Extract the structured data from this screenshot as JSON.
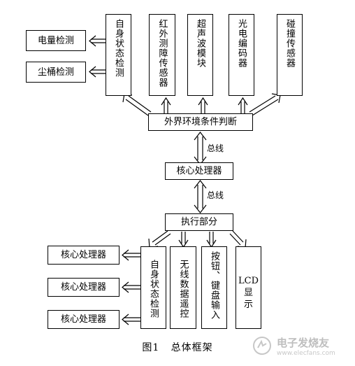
{
  "diagram": {
    "top_left_boxes": [
      "电量检测",
      "尘桶检测"
    ],
    "sensors": [
      "自身状态检测",
      "红外测障传感器",
      "超声波模块",
      "光电编码器",
      "碰撞传感器"
    ],
    "judge": "外界环境条件判断",
    "bus_label_1": "总线",
    "core": "核心处理器",
    "bus_label_2": "总线",
    "exec": "执行部分",
    "bottom_left_boxes": [
      "核心处理器",
      "核心处理器",
      "核心处理器"
    ],
    "actuators": [
      "自身状态检测",
      "无线数据遥控",
      "按钮、键盘输入"
    ],
    "lcd": {
      "line1": "LCD",
      "line2": "显",
      "line3": "示"
    }
  },
  "caption": {
    "figure": "图1",
    "title": "总体框架"
  },
  "watermark": {
    "text": "电子发烧友",
    "sub": "www.elecfans.com"
  },
  "colors": {
    "line": "#000000",
    "background": "#ffffff",
    "watermark": "#8a8a8a"
  }
}
